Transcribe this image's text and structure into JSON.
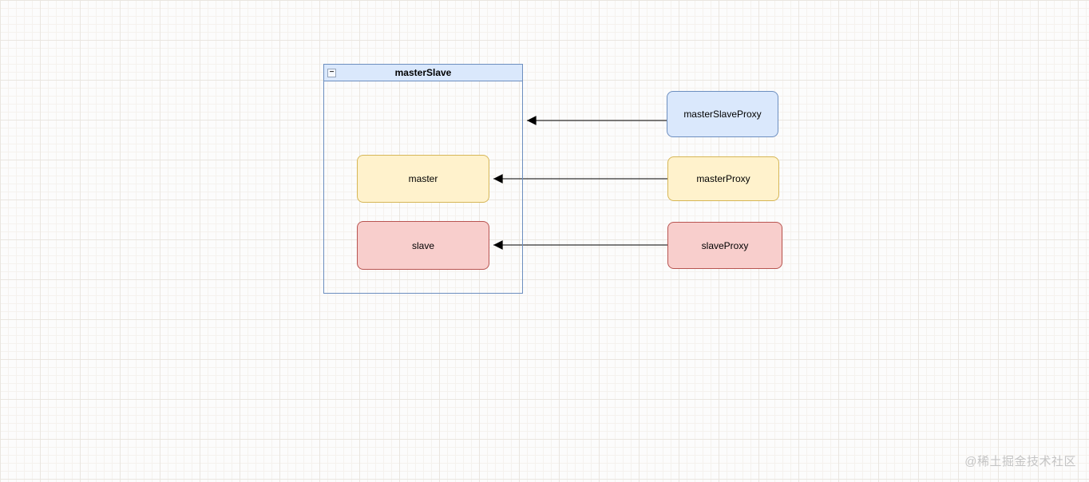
{
  "diagram": {
    "container": {
      "title": "masterSlave",
      "collapse_glyph": "−",
      "header_fill": "#dae8fc",
      "border_color": "#6c8ebf"
    },
    "nodes": {
      "masterSlaveProxy": {
        "label": "masterSlaveProxy",
        "fill": "#dae8fc",
        "stroke": "#6c8ebf"
      },
      "master": {
        "label": "master",
        "fill": "#fff2cc",
        "stroke": "#d6b656"
      },
      "masterProxy": {
        "label": "masterProxy",
        "fill": "#fff2cc",
        "stroke": "#d6b656"
      },
      "slave": {
        "label": "slave",
        "fill": "#f8cecc",
        "stroke": "#b85450"
      },
      "slaveProxy": {
        "label": "slaveProxy",
        "fill": "#f8cecc",
        "stroke": "#b85450"
      }
    },
    "edges": [
      {
        "from": "masterSlaveProxy",
        "to": "masterSlave",
        "arrow": "left"
      },
      {
        "from": "masterProxy",
        "to": "master",
        "arrow": "left"
      },
      {
        "from": "slaveProxy",
        "to": "slave",
        "arrow": "left"
      }
    ],
    "edge_color": "#000000"
  },
  "watermark": {
    "text": "@稀土掘金技术社区"
  }
}
